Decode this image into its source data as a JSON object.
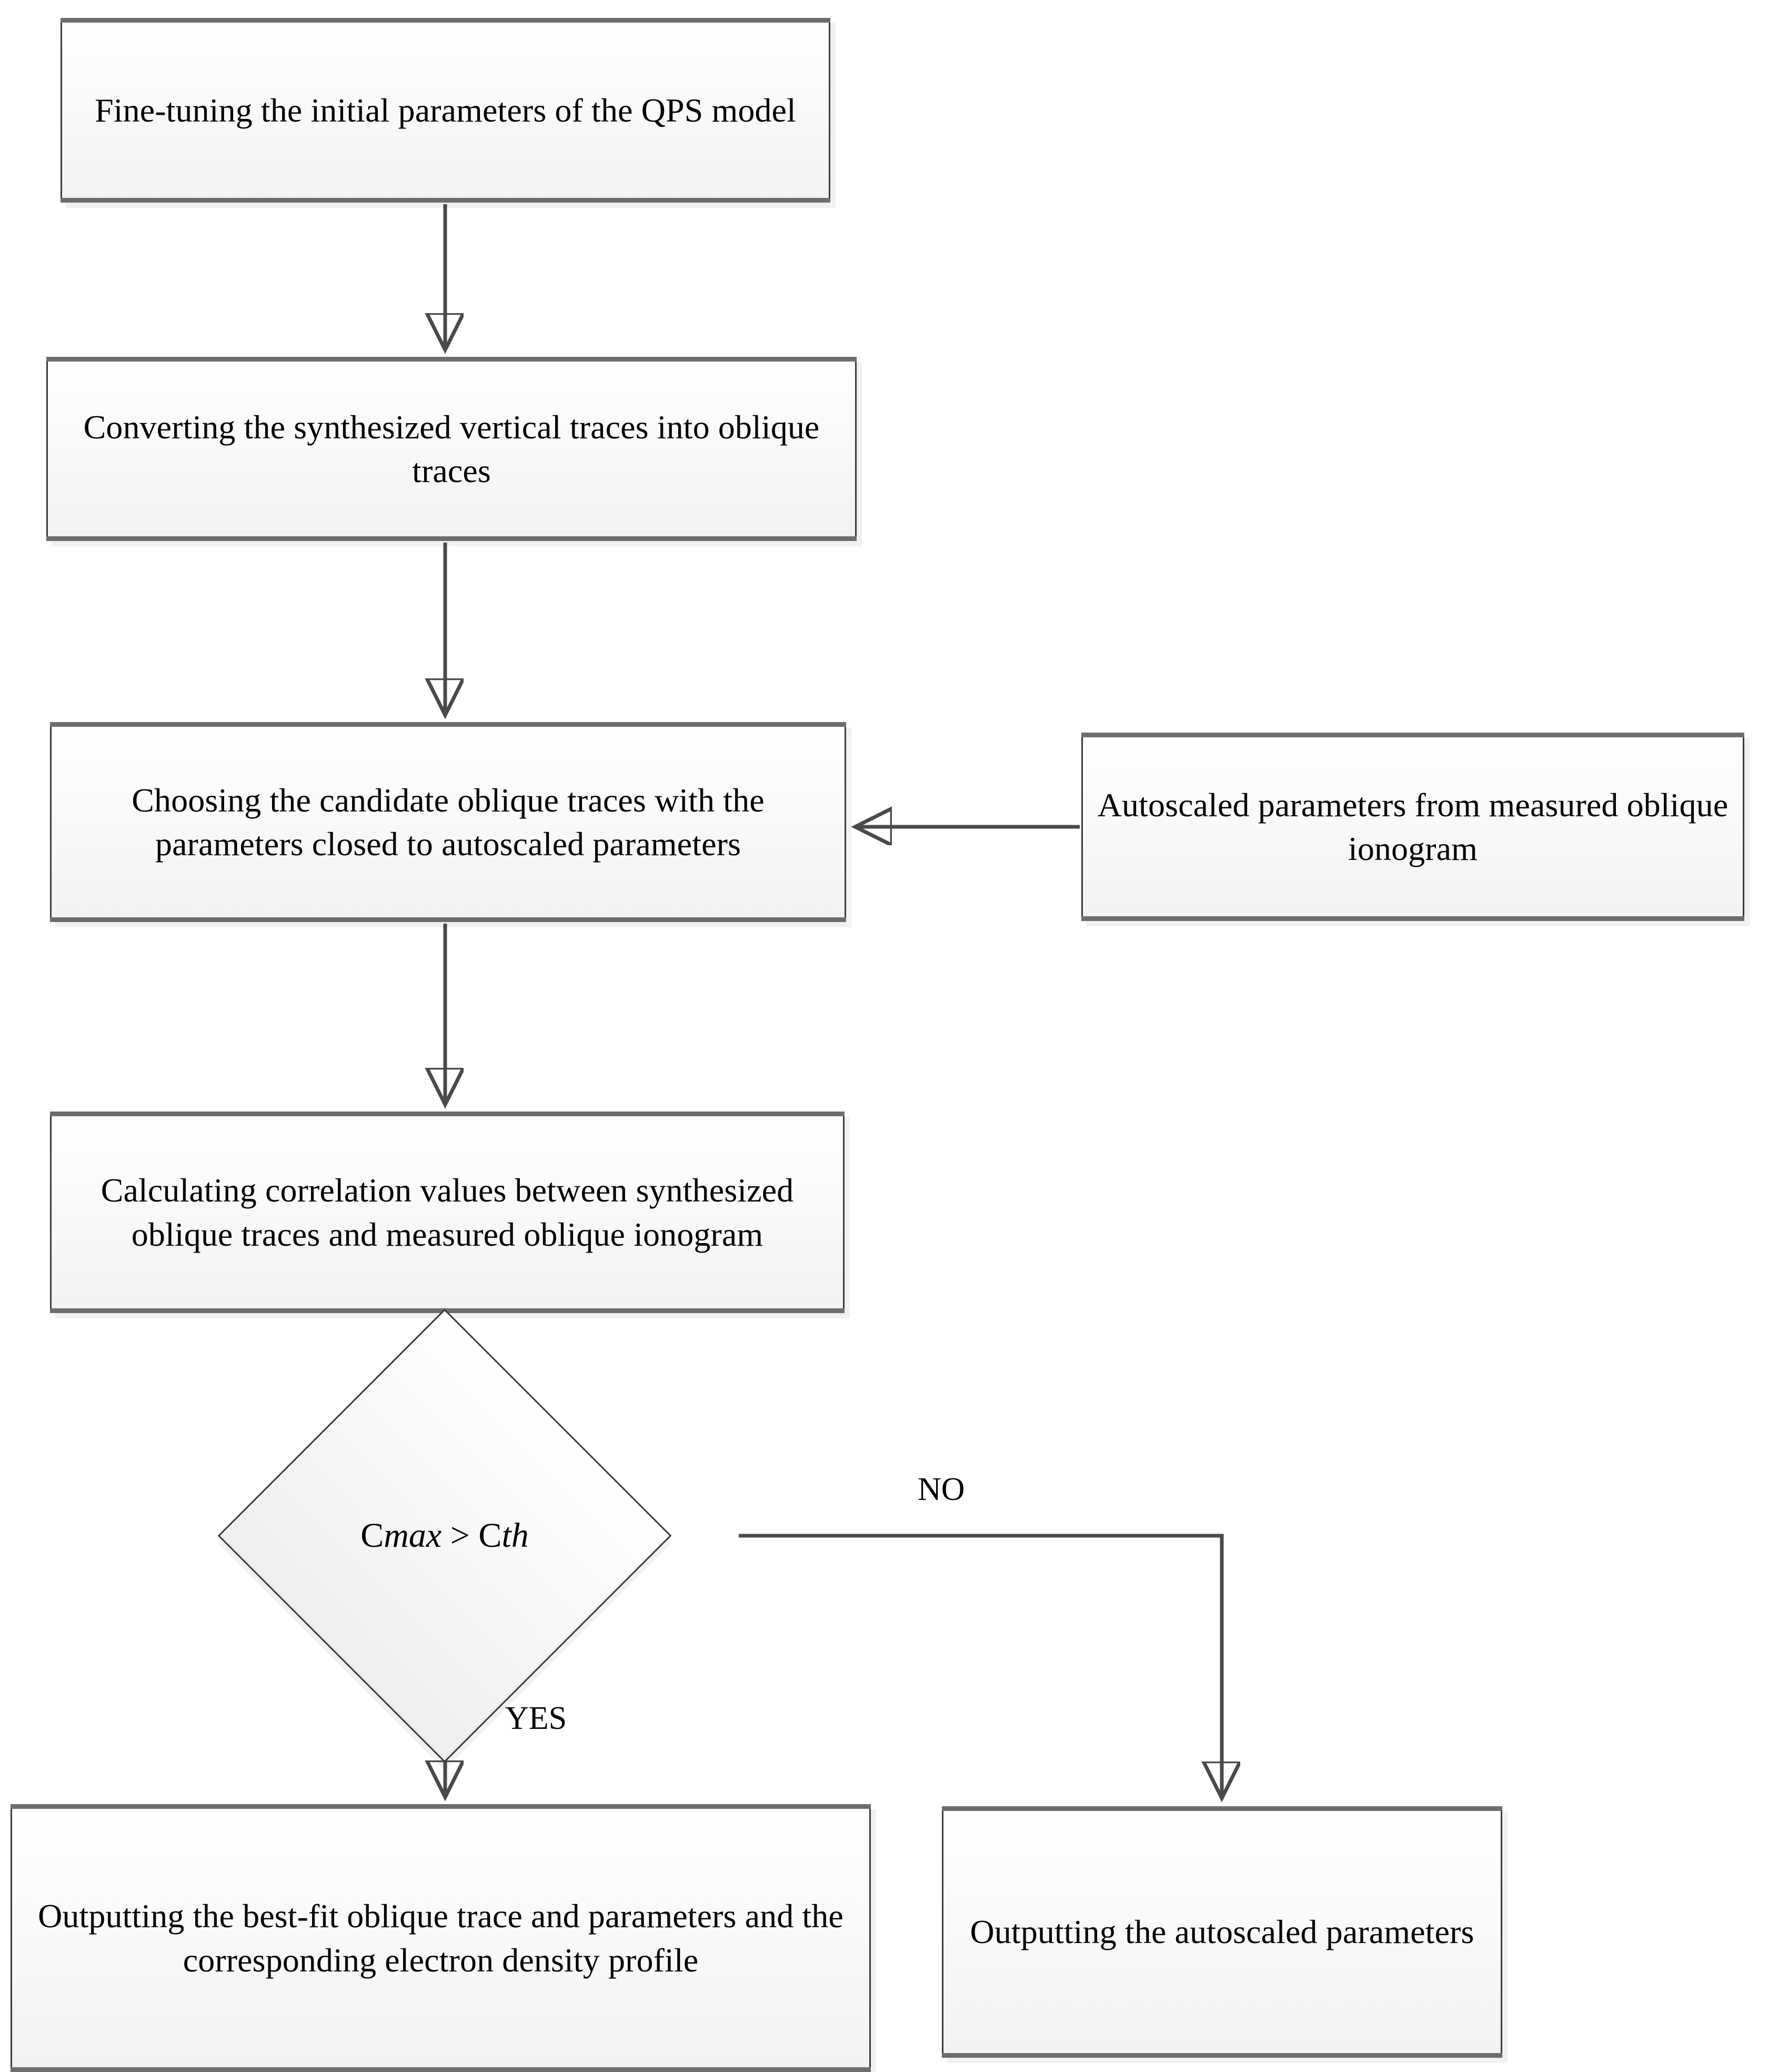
{
  "diagram": {
    "type": "flowchart",
    "title": "",
    "nodes": [
      {
        "id": "n1",
        "shape": "process",
        "text": "Fine-tuning the initial parameters of the QPS model"
      },
      {
        "id": "n2",
        "shape": "process",
        "text": "Converting the synthesized vertical traces into oblique traces"
      },
      {
        "id": "n3",
        "shape": "process",
        "text": "Choosing the candidate oblique traces with the parameters closed to autoscaled parameters"
      },
      {
        "id": "n4",
        "shape": "process",
        "text": "Autoscaled parameters from measured oblique ionogram"
      },
      {
        "id": "n5",
        "shape": "process",
        "text": "Calculating correlation values between synthesized oblique traces and measured oblique ionogram"
      },
      {
        "id": "n6",
        "shape": "decision",
        "text_prefix": "C",
        "text_sub1": "max",
        "text_op": " > ",
        "text_prefix2": "C",
        "text_sub2": "th",
        "text": "Cmax > Cth"
      },
      {
        "id": "n7",
        "shape": "process",
        "text": "Outputting the best-fit oblique trace and parameters and the corresponding electron density profile"
      },
      {
        "id": "n8",
        "shape": "process",
        "text": "Outputting the autoscaled parameters"
      }
    ],
    "edge_labels": {
      "no": "NO",
      "yes": "YES"
    },
    "colors": {
      "node_border": "#3b3b3b",
      "node_fill": "#f7f7f7",
      "node_accent_bar": "#6d6d6d",
      "connector": "#4a4a4a",
      "text": "#000000",
      "background": "#ffffff"
    }
  }
}
